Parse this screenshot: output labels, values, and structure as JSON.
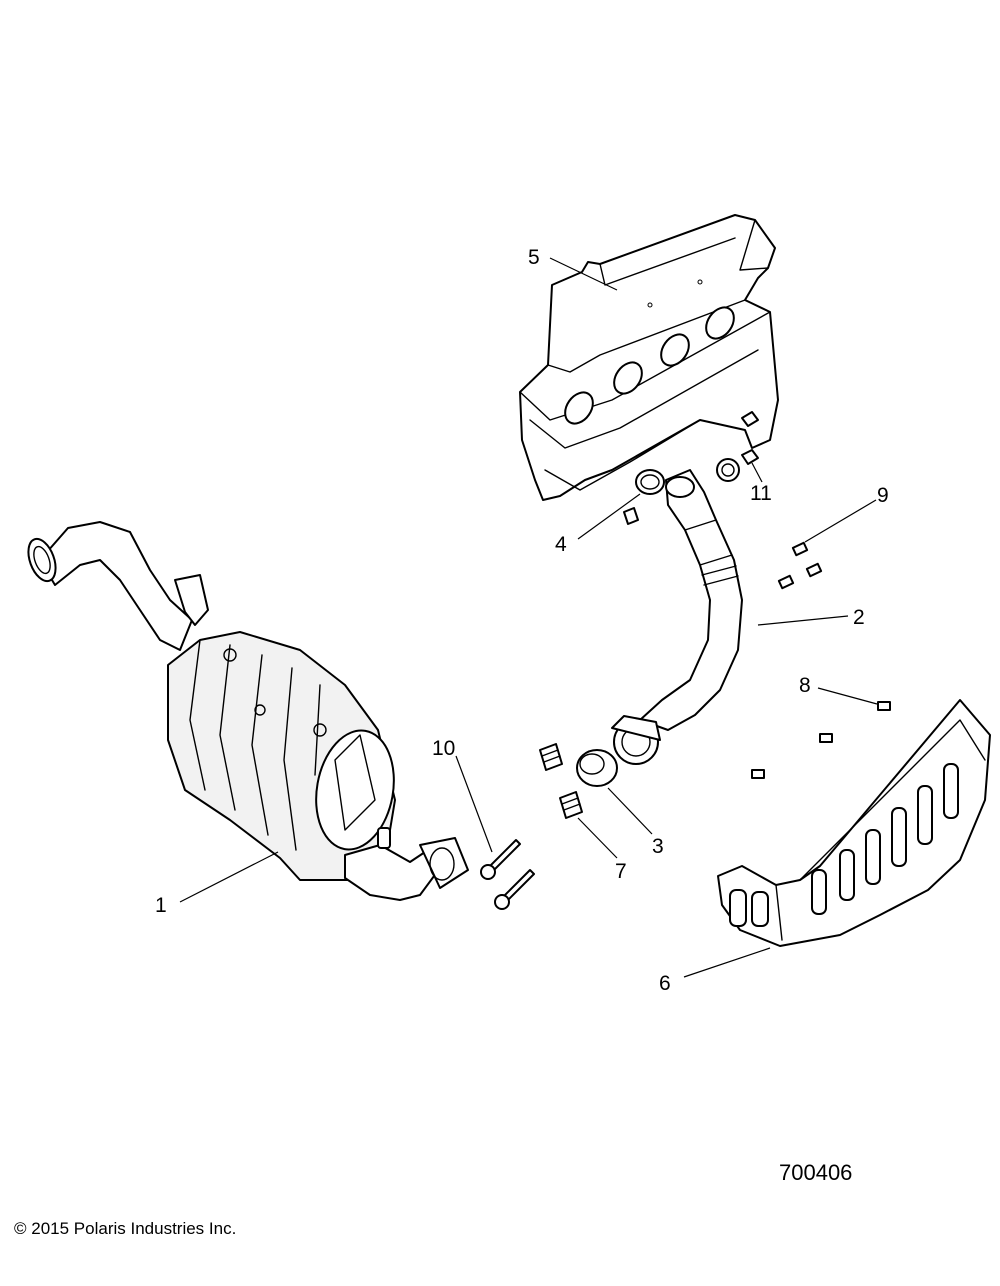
{
  "diagram": {
    "figure_id": "700406",
    "copyright": "© 2015 Polaris Industries Inc.",
    "callouts": {
      "c1": "1",
      "c2": "2",
      "c3": "3",
      "c4": "4",
      "c5": "5",
      "c6": "6",
      "c7": "7",
      "c8": "8",
      "c9": "9",
      "c10": "10",
      "c11": "11"
    }
  }
}
